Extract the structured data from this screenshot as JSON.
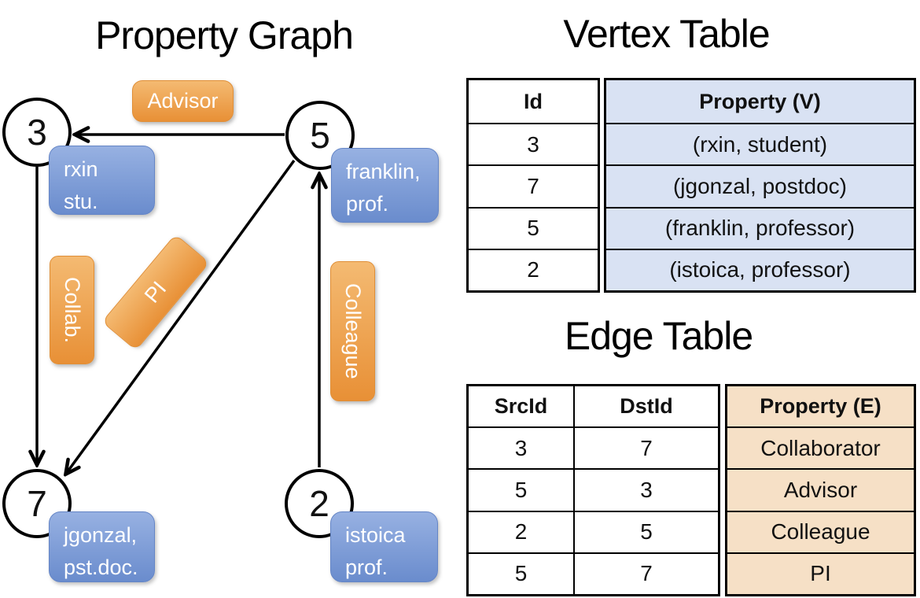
{
  "titles": {
    "graph": "Property Graph",
    "vertex_table": "Vertex Table",
    "edge_table": "Edge Table"
  },
  "colors": {
    "vertex_label_fill_top": "#97B1E2",
    "vertex_label_fill_bottom": "#6A8CCD",
    "edge_label_fill_top": "#F4BA72",
    "edge_label_fill_bottom": "#E89036",
    "vertex_property_column_fill": "#D9E2F3",
    "edge_property_column_fill": "#F6E0C6",
    "line_color": "#000000"
  },
  "graph": {
    "vertices": [
      {
        "id": "3",
        "line1": "rxin",
        "line2": "stu."
      },
      {
        "id": "5",
        "line1": "franklin,",
        "line2": "prof."
      },
      {
        "id": "7",
        "line1": "jgonzal,",
        "line2": "pst.doc."
      },
      {
        "id": "2",
        "line1": "istoica",
        "line2": "prof."
      }
    ],
    "edges": [
      {
        "label": "Advisor",
        "from": "5",
        "to": "3"
      },
      {
        "label": "Collab.",
        "from": "3",
        "to": "7"
      },
      {
        "label": "PI",
        "from": "5",
        "to": "7"
      },
      {
        "label": "Colleague",
        "from": "2",
        "to": "5"
      }
    ]
  },
  "vertex_table": {
    "headers": {
      "id": "Id",
      "property": "Property (V)"
    },
    "rows": [
      {
        "id": "3",
        "property": "(rxin, student)"
      },
      {
        "id": "7",
        "property": "(jgonzal, postdoc)"
      },
      {
        "id": "5",
        "property": "(franklin, professor)"
      },
      {
        "id": "2",
        "property": "(istoica, professor)"
      }
    ]
  },
  "edge_table": {
    "headers": {
      "src": "SrcId",
      "dst": "DstId",
      "property": "Property (E)"
    },
    "rows": [
      {
        "src": "3",
        "dst": "7",
        "property": "Collaborator"
      },
      {
        "src": "5",
        "dst": "3",
        "property": "Advisor"
      },
      {
        "src": "2",
        "dst": "5",
        "property": "Colleague"
      },
      {
        "src": "5",
        "dst": "7",
        "property": "PI"
      }
    ]
  }
}
